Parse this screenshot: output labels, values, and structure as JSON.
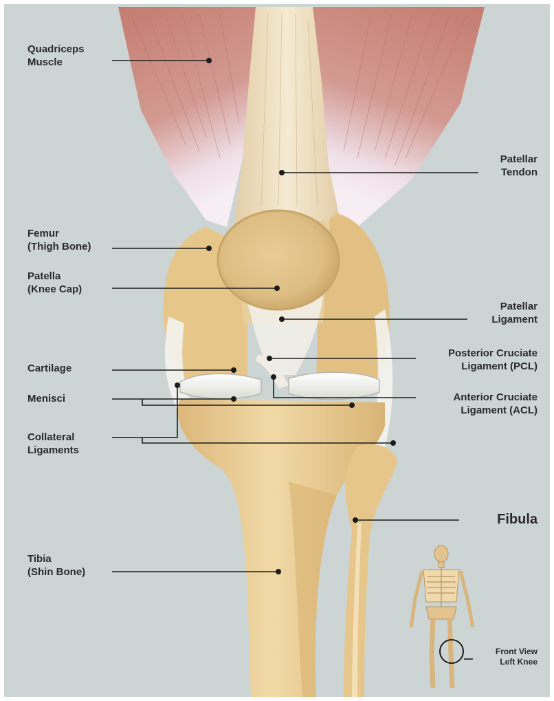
{
  "colors": {
    "background": "#ccd5d4",
    "bone": "#e9cc93",
    "muscle": "#c98478",
    "cartilage": "#f2f1ec",
    "leader": "#1c1c1c"
  },
  "labels": {
    "quadriceps": [
      "Quadriceps",
      "Muscle"
    ],
    "patellar_tendon": [
      "Patellar",
      "Tendon"
    ],
    "femur": [
      "Femur",
      "(Thigh Bone)"
    ],
    "patella": [
      "Patella",
      "(Knee Cap)"
    ],
    "patellar_ligament": [
      "Patellar",
      "Ligament"
    ],
    "cartilage": [
      "Cartilage"
    ],
    "pcl": [
      "Posterior Cruciate",
      "Ligament (PCL)"
    ],
    "menisci": [
      "Menisci"
    ],
    "acl": [
      "Anterior Cruciate",
      "Ligament (ACL)"
    ],
    "collateral": [
      "Collateral",
      "Ligaments"
    ],
    "fibula": [
      "Fibula"
    ],
    "tibia": [
      "Tibia",
      "(Shin Bone)"
    ],
    "view": [
      "Front View",
      "Left Knee"
    ]
  },
  "icons": {
    "skeleton": "skeleton-icon",
    "view_marker": "circle-marker-icon"
  }
}
